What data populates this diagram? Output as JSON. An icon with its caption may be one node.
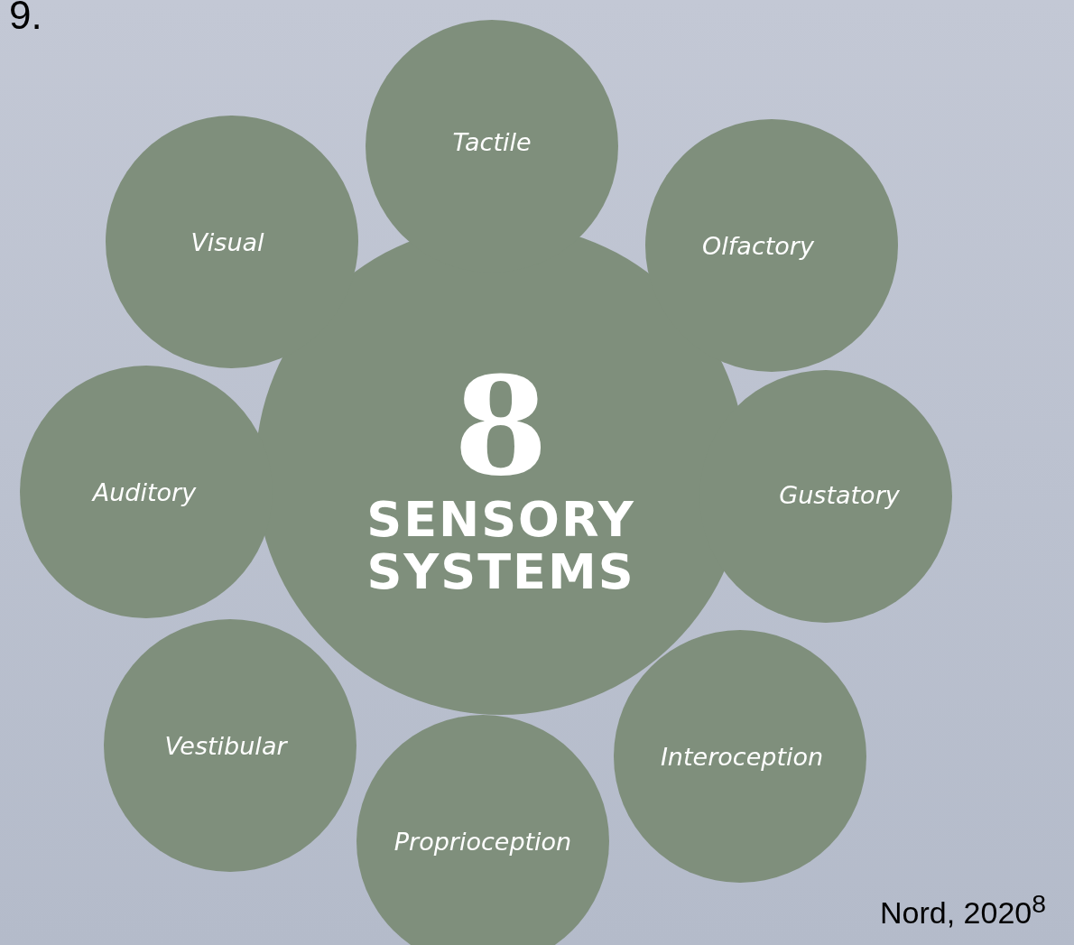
{
  "diagram": {
    "nodes": [
      {
        "text": [
          "8",
          "SENSORY SYSTEMS"
        ]
      },
      {
        "text": [
          "Tactile"
        ]
      },
      {
        "text": [
          "Olfactory"
        ]
      },
      {
        "text": [
          "Gustatory"
        ]
      },
      {
        "text": [
          "Interoception"
        ]
      },
      {
        "text": [
          "Proprioception"
        ]
      },
      {
        "text": [
          "Vestibular"
        ]
      },
      {
        "text": [
          "Auditory"
        ]
      },
      {
        "text": [
          "Visual"
        ]
      }
    ],
    "edges": [],
    "labels": [
      "9.",
      "Nord, 2020$^{8}$"
    ]
  }
}
